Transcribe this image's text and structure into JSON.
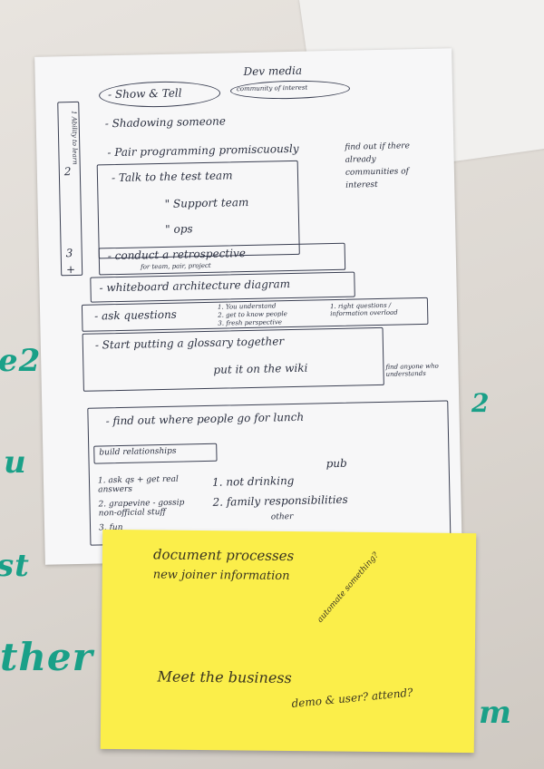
{
  "wall": {
    "fragments": [
      "e2",
      "u",
      "st",
      "ther",
      "2",
      "m"
    ]
  },
  "sheet": {
    "dev_media": "Dev media",
    "community_of_interest": "community of interest",
    "show_tell": "- Show & Tell",
    "shadowing": "- Shadowing someone",
    "pair_programming": "- Pair programming promiscuously",
    "talk_test_team": "- Talk to the test team",
    "support_team": "\"   Support team",
    "ops": "\"   ops",
    "find_out_note": "find out if there already communities of interest",
    "conduct_retro": "- conduct a retrospective",
    "retro_sub": "for team, pair, project",
    "whiteboard": "- whiteboard architecture diagram",
    "ask_questions": "- ask questions",
    "aq_1": "1. You understand",
    "aq_2": "2. get to know people",
    "aq_3": "3. fresh perspective",
    "right_questions": "1. right questions / information overload",
    "start_glossary": "- Start putting a glossary together",
    "put_wiki": "put it on the wiki",
    "find_anyone": "find anyone who understands",
    "find_lunch": "- find out where people go for lunch",
    "pub": "pub",
    "build_relationships": "build relationships",
    "rel_1": "1. ask qs + get real answers",
    "rel_2": "2. grapevine - gossip non-official stuff",
    "rel_3": "3. fun",
    "neg_1": "1. not drinking",
    "neg_2": "2. family responsibilities",
    "neg_3": "other",
    "side_labels": [
      "1 Ability to learn",
      "2",
      "3",
      "+"
    ]
  },
  "sticky": {
    "line1": "document processes",
    "line2": "new joiner information",
    "automate": "automate something?",
    "meet": "Meet the business",
    "demo": "demo & user? attend?"
  }
}
